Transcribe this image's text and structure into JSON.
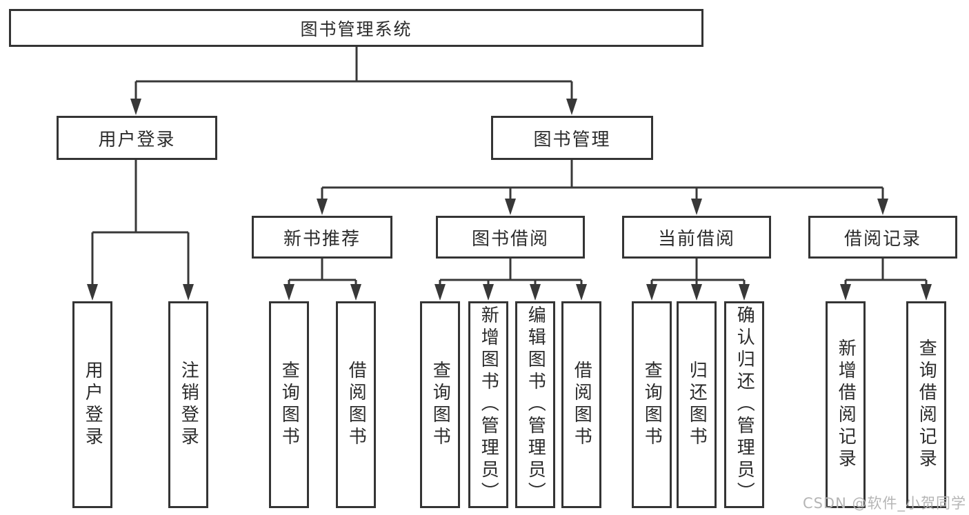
{
  "colors": {
    "line": "#383838",
    "box_border": "#343434",
    "text": "#2b2b2b",
    "watermark": "#b5b5b5",
    "background": "#ffffff"
  },
  "tree": {
    "root": {
      "label": "图书管理系统"
    },
    "children": [
      {
        "label": "用户登录",
        "children": [
          {
            "label": "用户登录"
          },
          {
            "label": "注销登录"
          }
        ]
      },
      {
        "label": "图书管理",
        "children": [
          {
            "label": "新书推荐",
            "children": [
              {
                "label": "查询图书"
              },
              {
                "label": "借阅图书"
              }
            ]
          },
          {
            "label": "图书借阅",
            "children": [
              {
                "label": "查询图书"
              },
              {
                "label": "新增图书（管理员）"
              },
              {
                "label": "编辑图书（管理员）"
              },
              {
                "label": "借阅图书"
              }
            ]
          },
          {
            "label": "当前借阅",
            "children": [
              {
                "label": "查询图书"
              },
              {
                "label": "归还图书"
              },
              {
                "label": "确认归还（管理员）"
              }
            ]
          },
          {
            "label": "借阅记录",
            "children": [
              {
                "label": "新增借阅记录"
              },
              {
                "label": "查询借阅记录"
              }
            ]
          }
        ]
      }
    ]
  },
  "watermark": {
    "text": "CSDN @软件_小贺同学"
  }
}
